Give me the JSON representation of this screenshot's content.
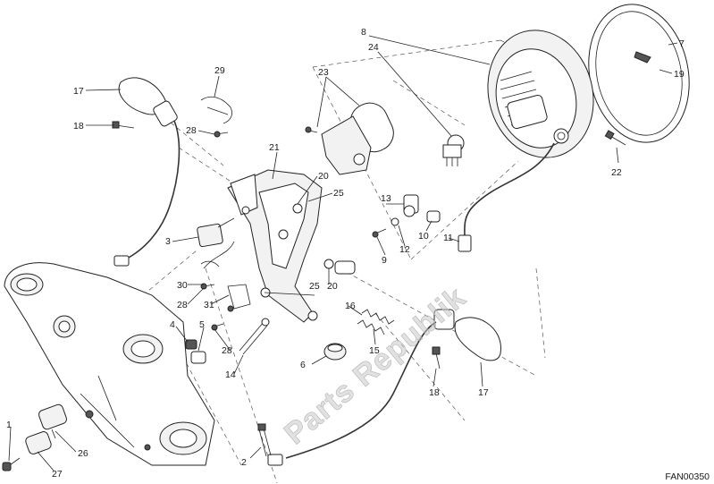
{
  "diagram": {
    "figure_code": "FAN00350",
    "watermark": "Parts Republik",
    "part_labels": {
      "p1": "1",
      "p2": "2",
      "p3": "3",
      "p4": "4",
      "p5": "5",
      "p6": "6",
      "p7": "7",
      "p8": "8",
      "p9": "9",
      "p10": "10",
      "p11": "11",
      "p12": "12",
      "p13": "13",
      "p14": "14",
      "p15": "15",
      "p16": "16",
      "p17a": "17",
      "p17b": "17",
      "p18a": "18",
      "p18b": "18",
      "p19": "19",
      "p20a": "20",
      "p20b": "20",
      "p21": "21",
      "p22": "22",
      "p23": "23",
      "p24": "24",
      "p25a": "25",
      "p25b": "25",
      "p26": "26",
      "p27": "27",
      "p28a": "28",
      "p28b": "28",
      "p28c": "28",
      "p29": "29",
      "p30": "30",
      "p31": "31"
    }
  }
}
